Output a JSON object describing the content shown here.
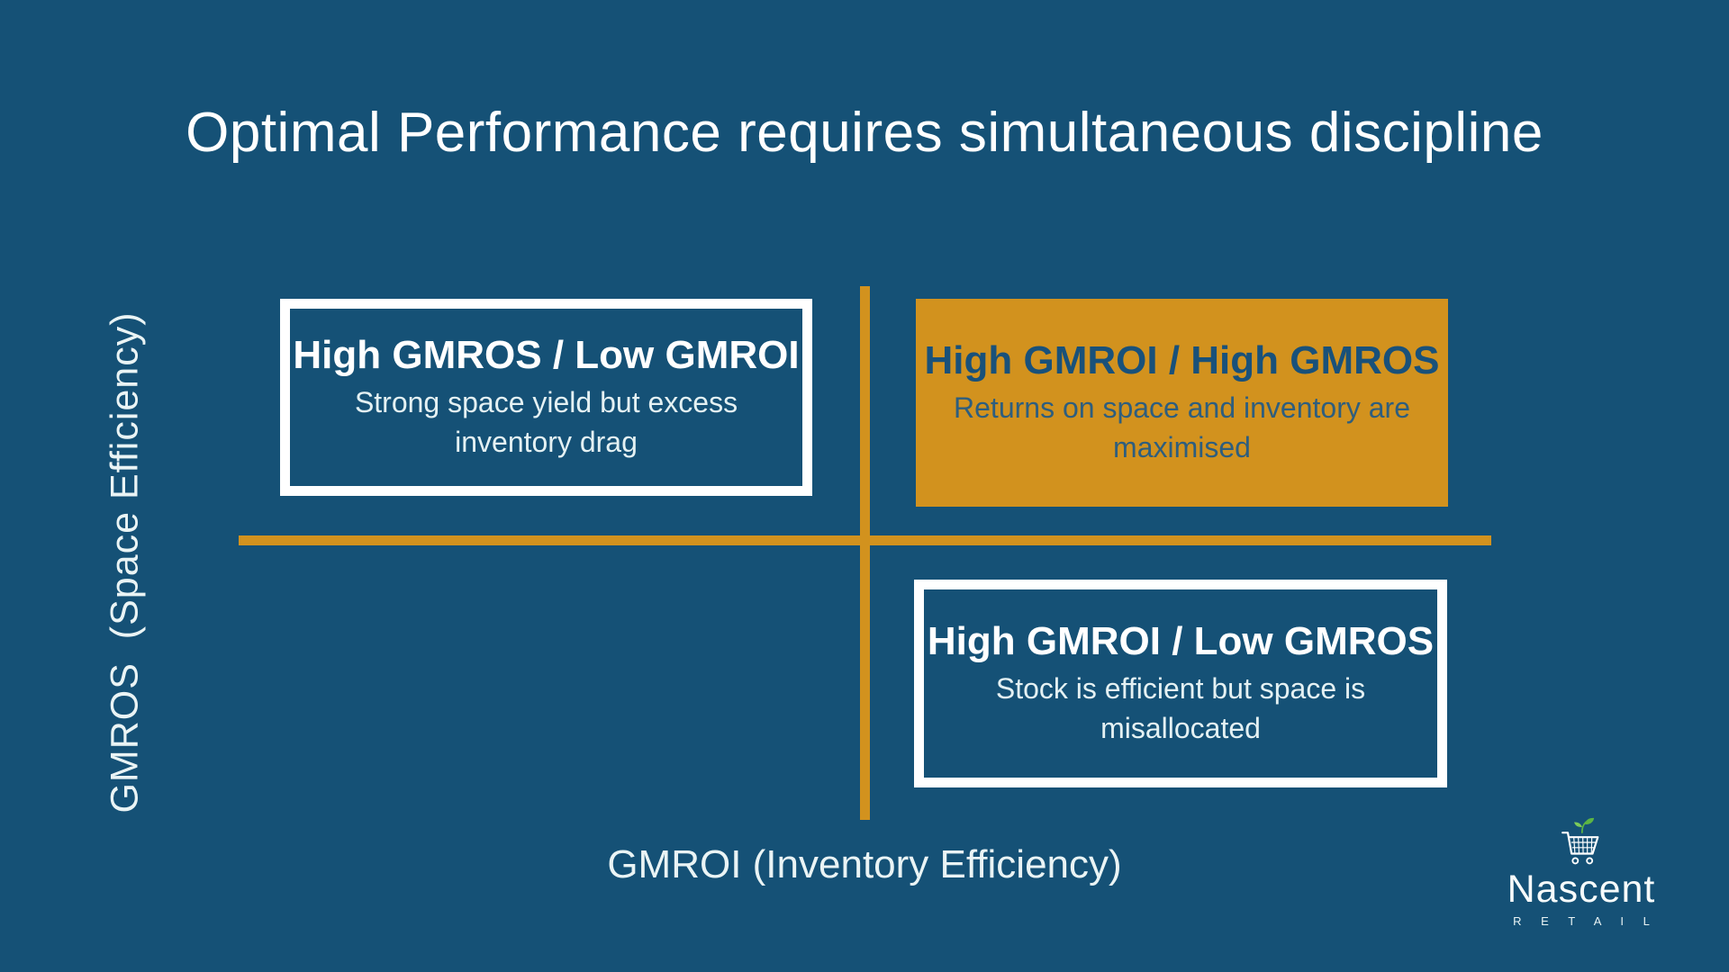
{
  "slide": {
    "title": "Optimal Performance requires simultaneous discipline",
    "background_color": "#155176",
    "accent_gold": "#D2921E",
    "heading_white": "#FFFFFF",
    "body_text_light": "#E4F1F3",
    "text_blue_on_gold": "#19517A"
  },
  "axes": {
    "y_label": "GMROS  (Space Efficiency)",
    "x_label": "GMROI (Inventory Efficiency)"
  },
  "quadrants": {
    "top_left": {
      "heading": "High GMROS / Low GMROI",
      "description": "Strong space yield but excess inventory drag",
      "style": "white-outlined"
    },
    "top_right": {
      "heading": "High GMROI / High GMROS",
      "description": "Returns on space and inventory are maximised",
      "style": "gold-filled"
    },
    "bottom_right": {
      "heading": "High GMROI / Low GMROS",
      "description": "Stock is efficient but space is misallocated",
      "style": "white-outlined"
    },
    "bottom_left": {
      "heading": "",
      "description": "",
      "style": "empty"
    }
  },
  "logo": {
    "name": "Nascent",
    "subtitle": "R E T A I L",
    "icon": "shopping-cart-with-sprout-icon",
    "leaf_green": "#5CB544"
  }
}
